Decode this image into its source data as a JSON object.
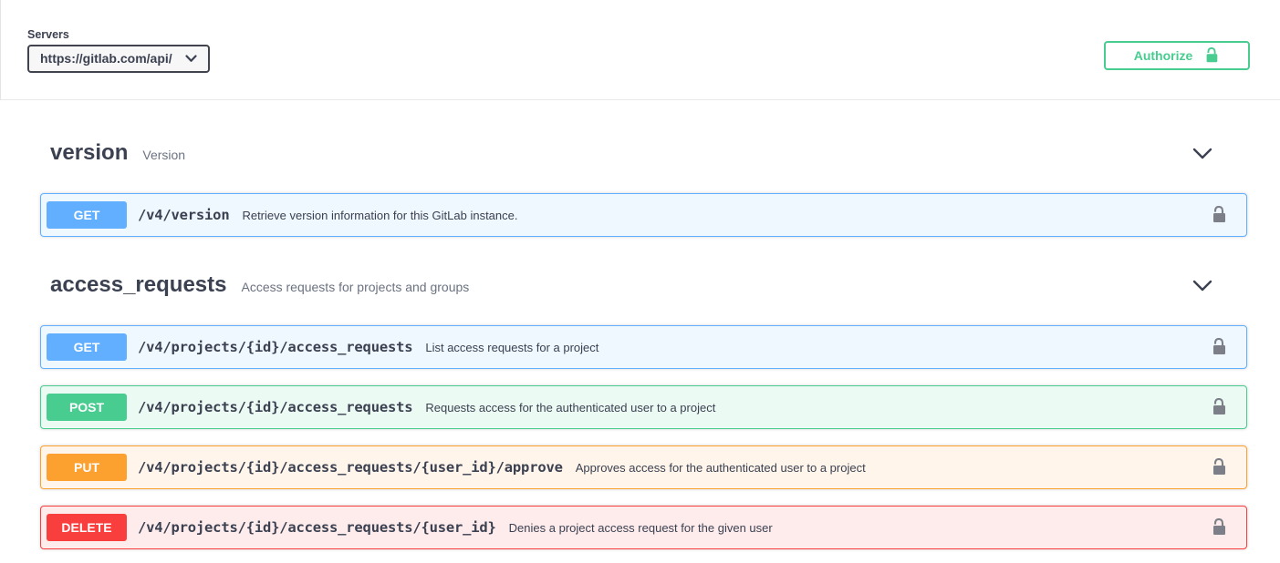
{
  "topbar": {
    "servers_label": "Servers",
    "server_value": "https://gitlab.com/api/",
    "authorize_label": "Authorize"
  },
  "icons": {
    "server_dropdown": "chevron-down-icon",
    "authorize": "unlock-icon",
    "section_toggle": "chevron-down-icon",
    "operation_auth": "unlock-icon"
  },
  "colors": {
    "get": "#61affe",
    "post": "#49cc90",
    "put": "#fca130",
    "delete": "#f93e3e",
    "authorize_accent": "#49cc90",
    "text": "#3b4151",
    "lock_gray": "#7c7f87"
  },
  "sections": [
    {
      "name": "version",
      "description": "Version",
      "operations": [
        {
          "method": "GET",
          "path": "/v4/version",
          "summary": "Retrieve version information for this GitLab instance."
        }
      ]
    },
    {
      "name": "access_requests",
      "description": "Access requests for projects and groups",
      "operations": [
        {
          "method": "GET",
          "path": "/v4/projects/{id}/access_requests",
          "summary": "List access requests for a project"
        },
        {
          "method": "POST",
          "path": "/v4/projects/{id}/access_requests",
          "summary": "Requests access for the authenticated user to a project"
        },
        {
          "method": "PUT",
          "path": "/v4/projects/{id}/access_requests/{user_id}/approve",
          "summary": "Approves access for the authenticated user to a project"
        },
        {
          "method": "DELETE",
          "path": "/v4/projects/{id}/access_requests/{user_id}",
          "summary": "Denies a project access request for the given user"
        }
      ]
    }
  ]
}
